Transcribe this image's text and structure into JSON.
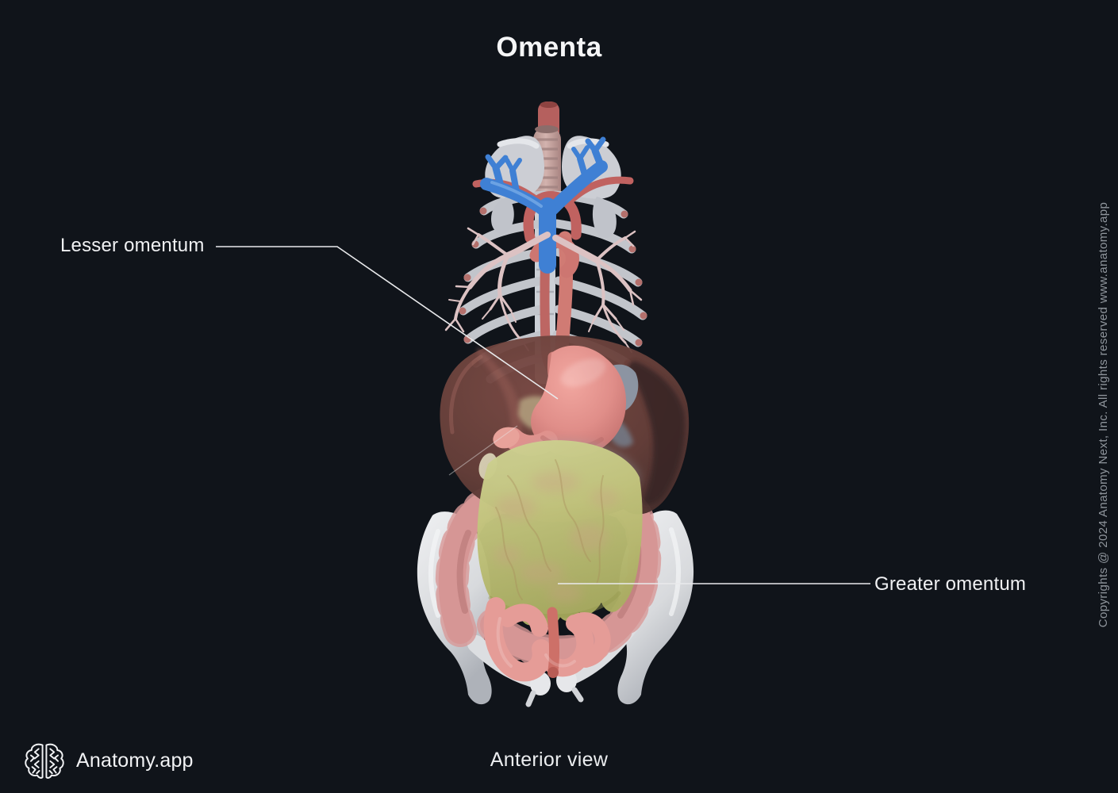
{
  "header": {
    "title": "Omenta"
  },
  "annotations": {
    "lesser": {
      "label": "Lesser omentum"
    },
    "greater": {
      "label": "Greater omentum"
    }
  },
  "footer": {
    "brand": "Anatomy.app",
    "caption": "Anterior view"
  },
  "watermark": {
    "text": "Copyrights @ 2024 Anatomy Next, Inc. All rights reserved www.anatomy.app"
  },
  "colors": {
    "background": "#10141a",
    "text_primary": "#f5f6f7",
    "text_muted": "#8f959c",
    "leader_line": "#e9eaec",
    "bone": "#c2c5cb",
    "pelvis_bone": "#e0e1e4",
    "vein_blue": "#3f80d4",
    "artery_red": "#c06260",
    "aorta_salmon": "#d07b74",
    "bronchi_pink": "#dcc2c3",
    "trachea": "#cbaaa6",
    "liver": "#5c3b37",
    "stomach": "#e09390",
    "omentum": "#c2c47c",
    "colon": "#cd8a8a",
    "intestine": "#e59c97"
  },
  "illustration": {
    "parts": [
      "esophagus",
      "trachea",
      "clavicles-and-scapulae",
      "ribcage",
      "vertebral-column",
      "brachiocephalic-veins",
      "superior-vena-cava",
      "aortic-arch",
      "descending-aorta",
      "bronchial-tree",
      "liver",
      "stomach",
      "duodenum",
      "gallbladder",
      "lesser-omentum",
      "greater-omentum",
      "colon",
      "small-intestine",
      "pelvis"
    ]
  }
}
